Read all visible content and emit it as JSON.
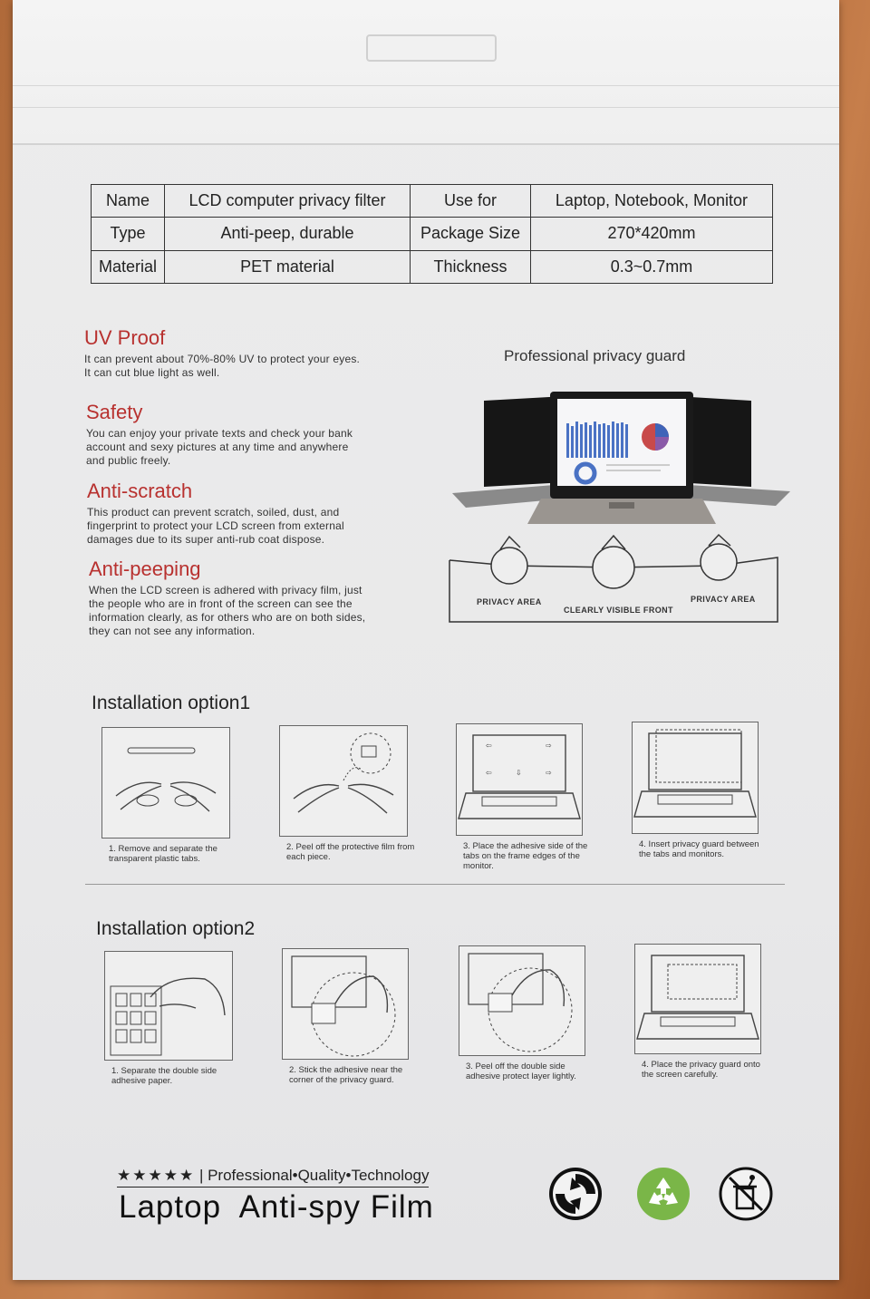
{
  "specs": {
    "rows": [
      [
        "Name",
        "LCD computer privacy filter",
        "Use for",
        "Laptop, Notebook, Monitor"
      ],
      [
        "Type",
        "Anti-peep, durable",
        "Package Size",
        "270*420mm"
      ],
      [
        "Material",
        "PET material",
        "Thickness",
        "0.3~0.7mm"
      ]
    ]
  },
  "features": [
    {
      "title": "UV Proof",
      "text": "It can prevent about 70%-80% UV to protect your eyes.\nIt can cut blue light as well."
    },
    {
      "title": "Safety",
      "text": "You can enjoy your private texts and check your bank\naccount and sexy pictures at any time and anywhere\nand public freely."
    },
    {
      "title": "Anti-scratch",
      "text": "This product can prevent scratch, soiled, dust, and\nfingerprint to protect your LCD screen from external\ndamages due to its super anti-rub coat dispose."
    },
    {
      "title": "Anti-peeping",
      "text": "When the LCD screen is adhered with privacy film, just\nthe people who are in front of the screen can see the\ninformation clearly, as for others who are on both sides,\nthey can not see any information."
    }
  ],
  "privacy_guard": {
    "title": "Professional privacy guard",
    "label_left": "PRIVACY AREA",
    "label_center": "CLEARLY VISIBLE FRONT",
    "label_right": "PRIVACY AREA"
  },
  "option1": {
    "title": "Installation option1",
    "steps": [
      "1. Remove and separate the transparent plastic tabs.",
      "2. Peel off the protective film from each piece.",
      "3. Place the adhesive side of the tabs on the frame edges of the monitor.",
      "4. Insert privacy guard between the tabs and monitors."
    ]
  },
  "option2": {
    "title": "Installation option2",
    "steps": [
      "1. Separate the double side adhesive paper.",
      "2. Stick the adhesive near the corner of the privacy guard.",
      "3. Peel off the double side adhesive protect layer lightly.",
      "4. Place the privacy guard onto the screen carefully."
    ]
  },
  "footer": {
    "stars": "★★★★★",
    "tagline": "| Professional•Quality•Technology",
    "product": "Laptop  Anti-spy Film"
  },
  "icons": [
    "green-dot-icon",
    "recycle-icon",
    "trash-bin-icon"
  ],
  "colors": {
    "accent": "#b8312f",
    "recycle": "#7ab648"
  }
}
